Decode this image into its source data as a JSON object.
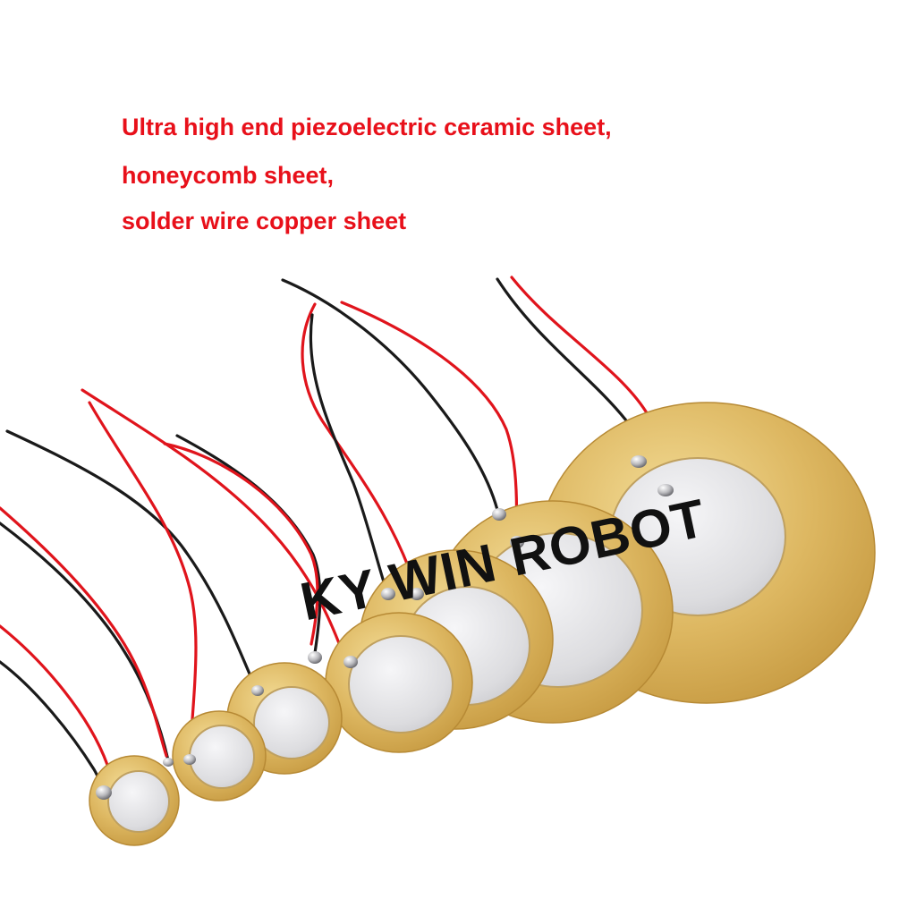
{
  "headline": {
    "line1": "Ultra high end piezoelectric ceramic sheet,",
    "line2": "honeycomb sheet,",
    "line3": "solder wire copper sheet"
  },
  "watermark": "KY WIN ROBOT",
  "colors": {
    "headline": "#e8101a",
    "brass": "#d9b45a",
    "ceramic": "#e4e4e6",
    "wire_red": "#e0141c",
    "wire_black": "#1a1a1a"
  }
}
